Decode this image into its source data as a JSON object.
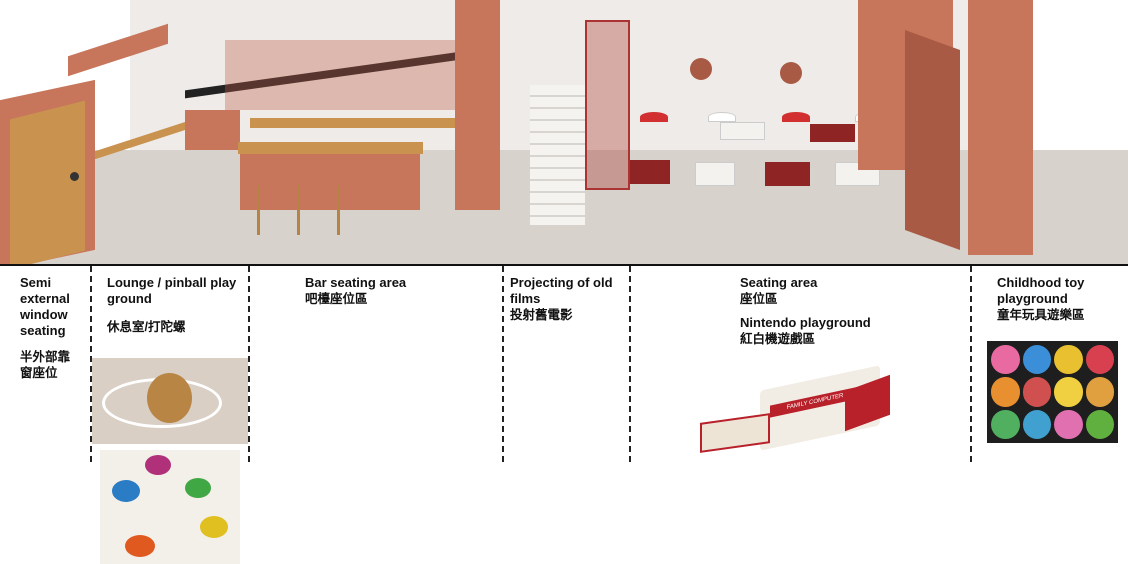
{
  "zones": [
    {
      "en": "Semi external window seating",
      "zh": "半外部靠窗座位"
    },
    {
      "en": "Lounge / pinball play ground",
      "zh": "休息室/打陀螺"
    },
    {
      "en": "Bar seating area",
      "zh": "吧檯座位區"
    },
    {
      "en": "Projecting of old films",
      "zh": "投射舊電影"
    },
    {
      "en": "Seating area",
      "zh": "座位區",
      "en2": "Nintendo playground",
      "zh2": "紅白機遊戲區"
    },
    {
      "en": "Childhood toy playground",
      "zh": "童年玩具遊樂區"
    }
  ],
  "photos": {
    "console_brand": "FAMILY COMPUTER"
  },
  "colors": {
    "terracotta": "#c7765b",
    "floor": "#d8d2cd",
    "red_furniture": "#8e2424",
    "wood": "#c9924f"
  }
}
